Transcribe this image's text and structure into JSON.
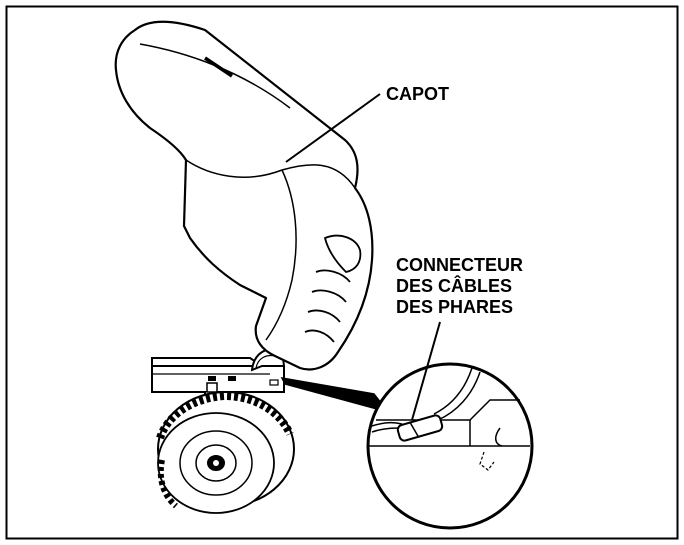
{
  "labels": {
    "hood": "CAPOT",
    "connector": [
      "CONNECTEUR",
      "DES CÂBLES",
      "DES PHARES"
    ]
  },
  "colors": {
    "ink": "#000000",
    "paper": "#ffffff"
  }
}
